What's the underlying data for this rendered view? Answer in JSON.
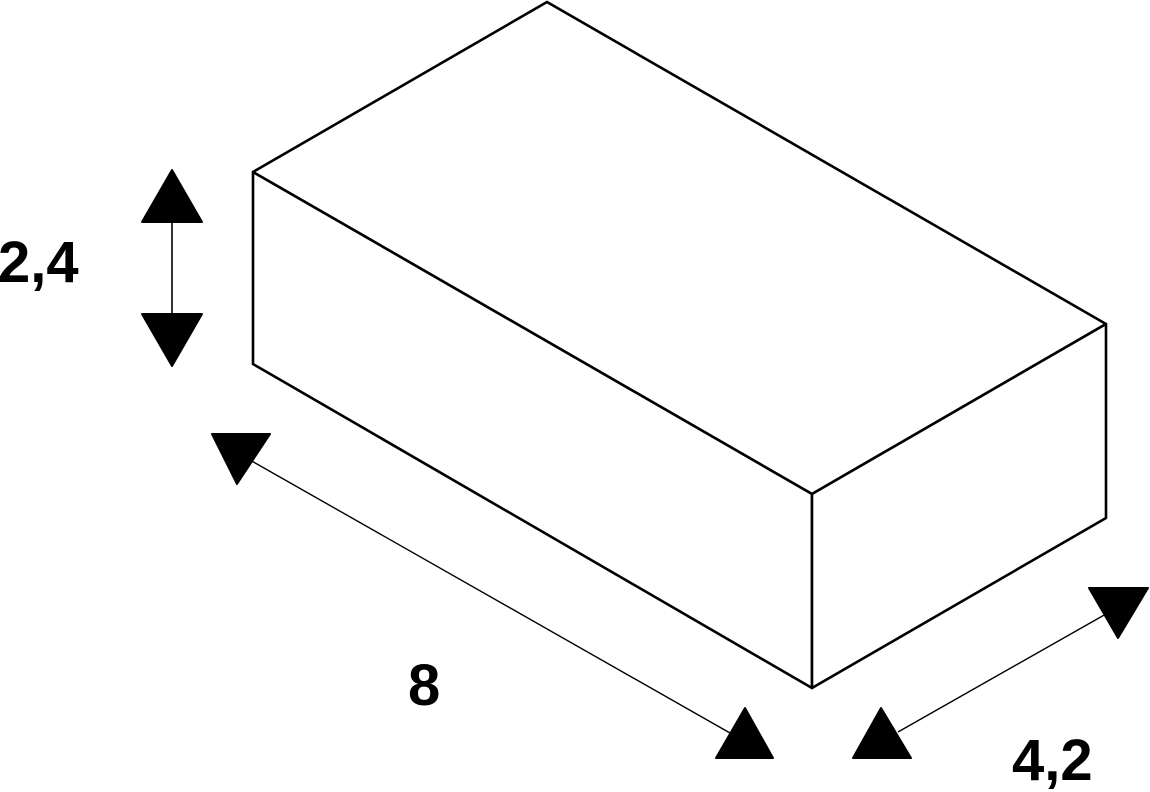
{
  "diagram": {
    "type": "isometric-dimension-drawing",
    "subject": "rectangular box",
    "line_color": "#000000",
    "background": "#ffffff",
    "dimensions": {
      "height": {
        "label": "2,4",
        "orientation": "vertical"
      },
      "length": {
        "label": "8",
        "orientation": "diagonal-left"
      },
      "width": {
        "label": "4,2",
        "orientation": "diagonal-right"
      }
    }
  }
}
